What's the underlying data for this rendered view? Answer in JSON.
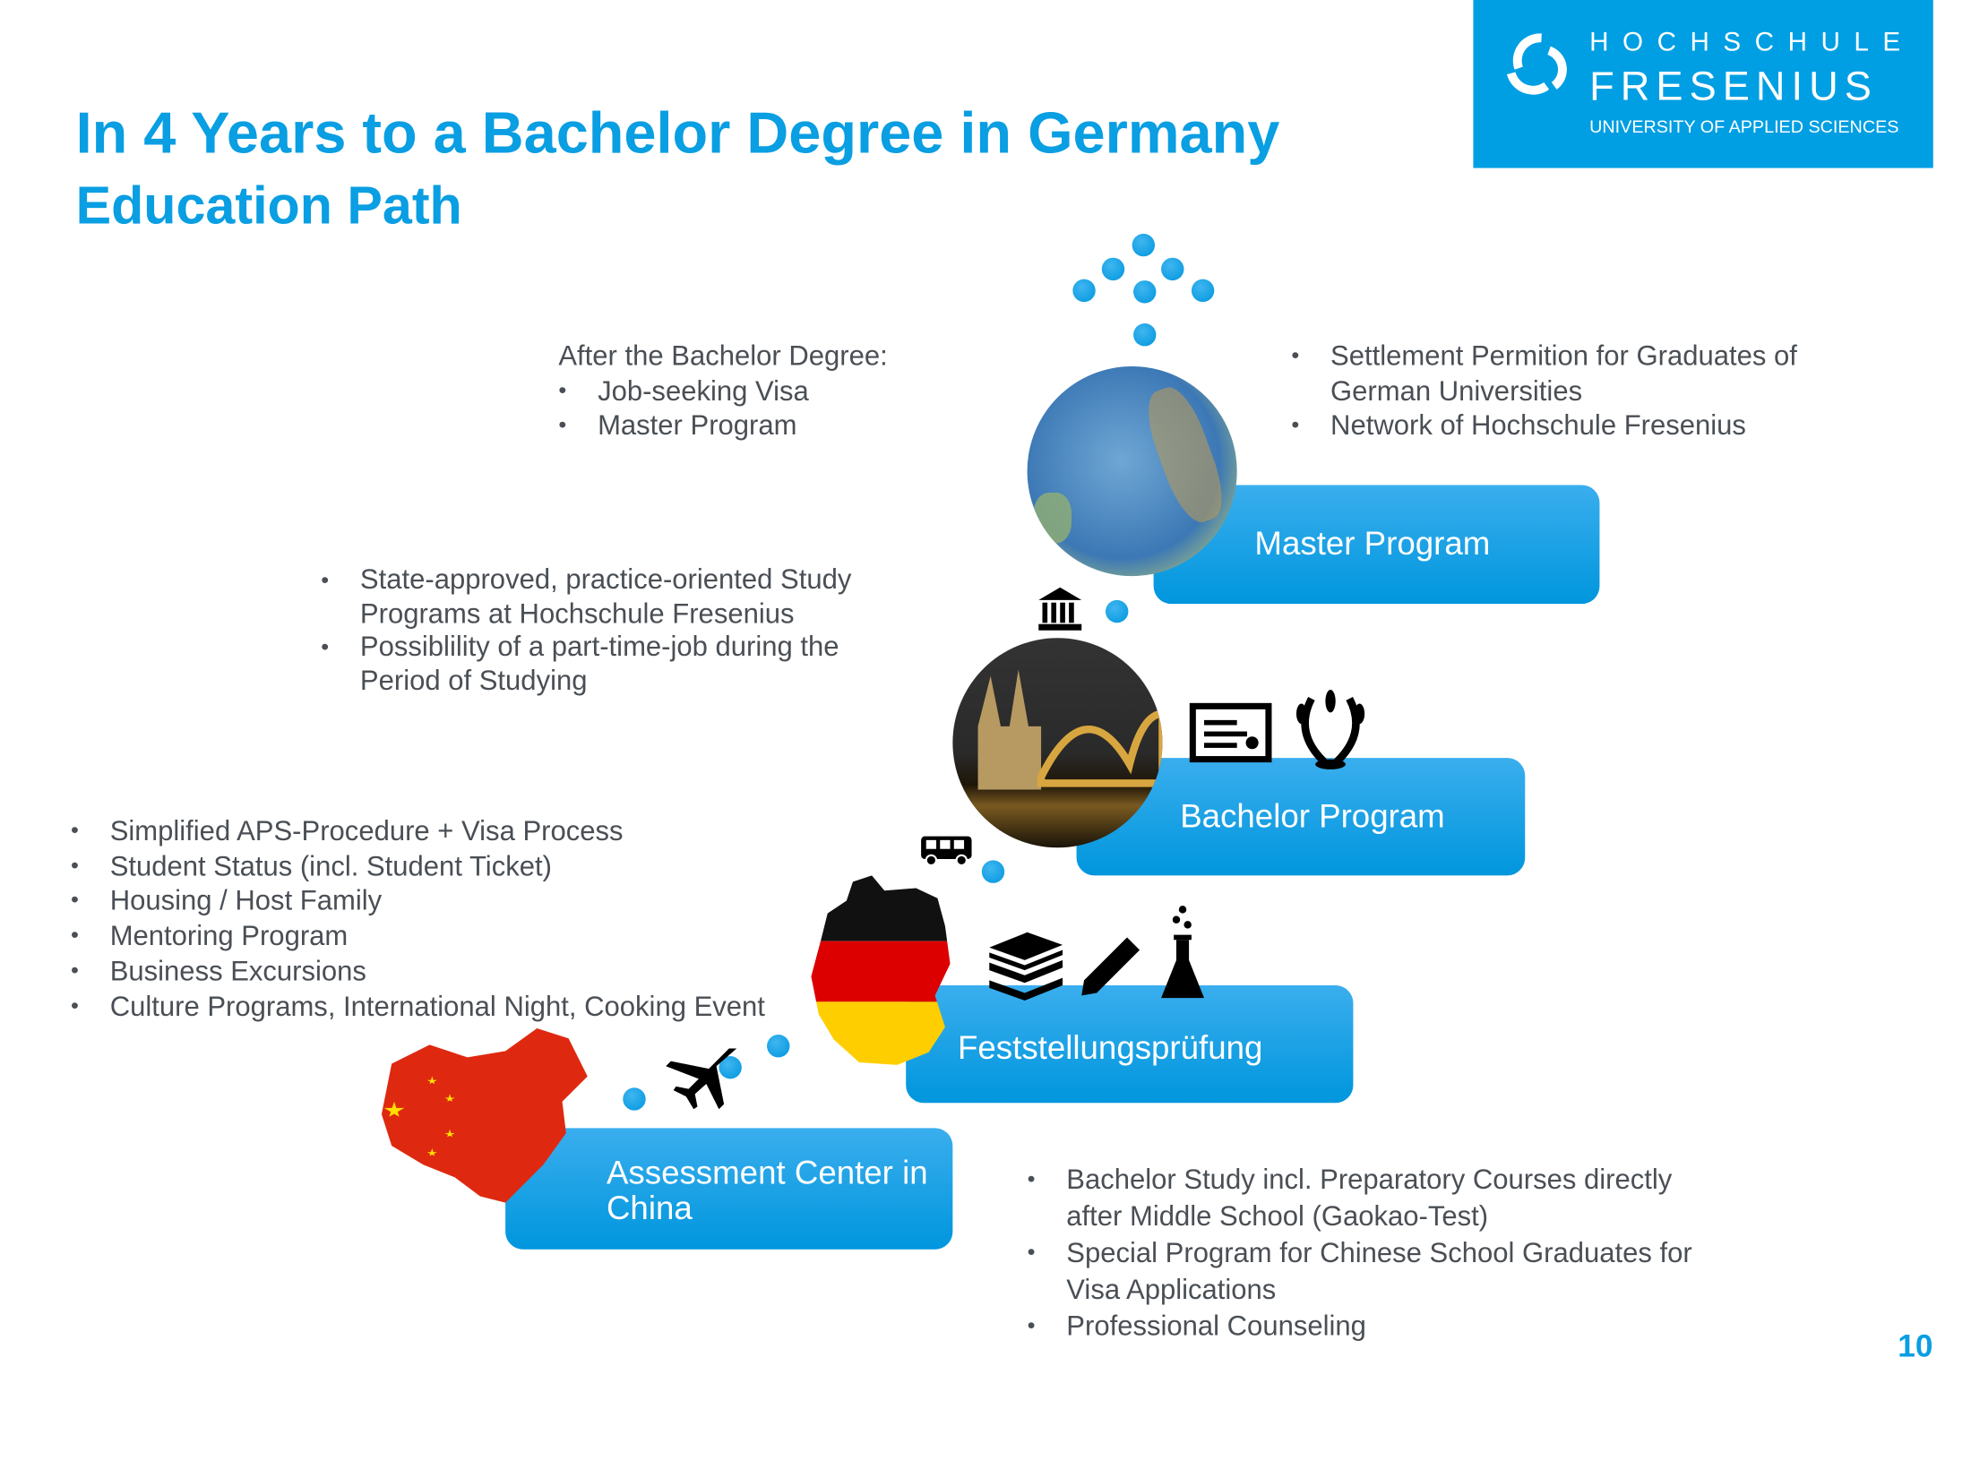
{
  "header": {
    "title": "In 4 Years to a Bachelor Degree in Germany",
    "subtitle": "Education Path"
  },
  "logo": {
    "line1": "HOCHSCHULE",
    "line2": "FRESENIUS",
    "line3": "UNIVERSITY OF APPLIED SCIENCES"
  },
  "steps": {
    "master": "Master Program",
    "bachelor": "Bachelor Program",
    "feststellung": "Feststellungsprüfung",
    "assessment_line1": "Assessment Center in",
    "assessment_line2": "China"
  },
  "after_bachelor": {
    "heading": "After the Bachelor Degree:",
    "items": [
      "Job-seeking Visa",
      "Master Program"
    ]
  },
  "master_notes": {
    "items": [
      "Settlement Permition for Graduates of",
      "German Universities",
      "Network of Hochschule Fresenius"
    ]
  },
  "bachelor_notes": {
    "items": [
      "State-approved, practice-oriented Study",
      "Programs at Hochschule Fresenius",
      "Possiblility of a part-time-job during the",
      "Period of Studying"
    ]
  },
  "support_notes": {
    "items": [
      "Simplified APS-Procedure + Visa Process",
      "Student Status (incl. Student Ticket)",
      "Housing / Host Family",
      "Mentoring Program",
      "Business Excursions",
      "Culture Programs, International Night, Cooking Event"
    ]
  },
  "china_notes": {
    "items": [
      "Bachelor Study incl. Preparatory Courses directly",
      "after Middle School (Gaokao-Test)",
      "Special Program for Chinese School Graduates for",
      "Visa Applications",
      "Professional Counseling"
    ]
  },
  "page_number": "10",
  "colors": {
    "brand": "#009fe3",
    "text": "#4a4f55"
  }
}
